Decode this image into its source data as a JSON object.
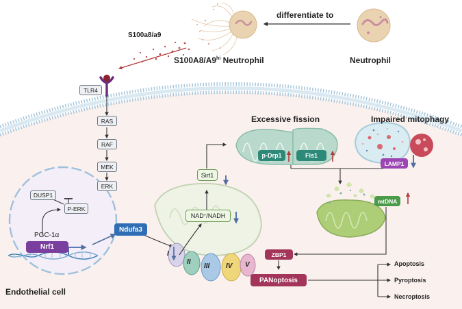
{
  "top": {
    "differentiate": "differentiate to",
    "s100": "S100a8/a9",
    "hi_neut_main": "S100A8/A9",
    "hi_neut_sup": "hi",
    "hi_neut_tail": " Neutrophil",
    "neutrophil": "Neutrophil"
  },
  "pathway": {
    "tlr4": "TLR4",
    "ras": "RAS",
    "raf": "RAF",
    "mek": "MEK",
    "erk": "ERK",
    "dusp1": "DUSP1",
    "perk": "P-ERK",
    "pgc": "PGC-1α",
    "nrf1": "Nrf1",
    "ndufa3": "Ndufa3"
  },
  "mito": {
    "complexes": [
      "I",
      "II",
      "III",
      "IV",
      "V"
    ],
    "nad_main": "NAD",
    "nad_sup": "+",
    "nad_tail": "/NADH",
    "sirt1": "Sirt1"
  },
  "fission": {
    "title": "Excessive fission",
    "pdrp1": "p-Drp1",
    "fis1": "Fis1"
  },
  "mitophagy": {
    "title": "Impaired mitophagy",
    "lamp1": "LAMP1"
  },
  "death": {
    "mtdna": "mtDNA",
    "zbp1": "ZBP1",
    "panoptosis": "PANoptosis",
    "outcomes": [
      "Apoptosis",
      "Pyroptosis",
      "Necroptosis"
    ]
  },
  "cell": {
    "label": "Endothelial cell"
  },
  "colors": {
    "teal": "#2e8a78",
    "purple": "#7a3f9e",
    "blue": "#2f6db5",
    "maroon": "#a3345a",
    "lamp": "#9c46b3",
    "green": "#4a9a48",
    "up": "#b33a3a",
    "down": "#2f56a0"
  }
}
